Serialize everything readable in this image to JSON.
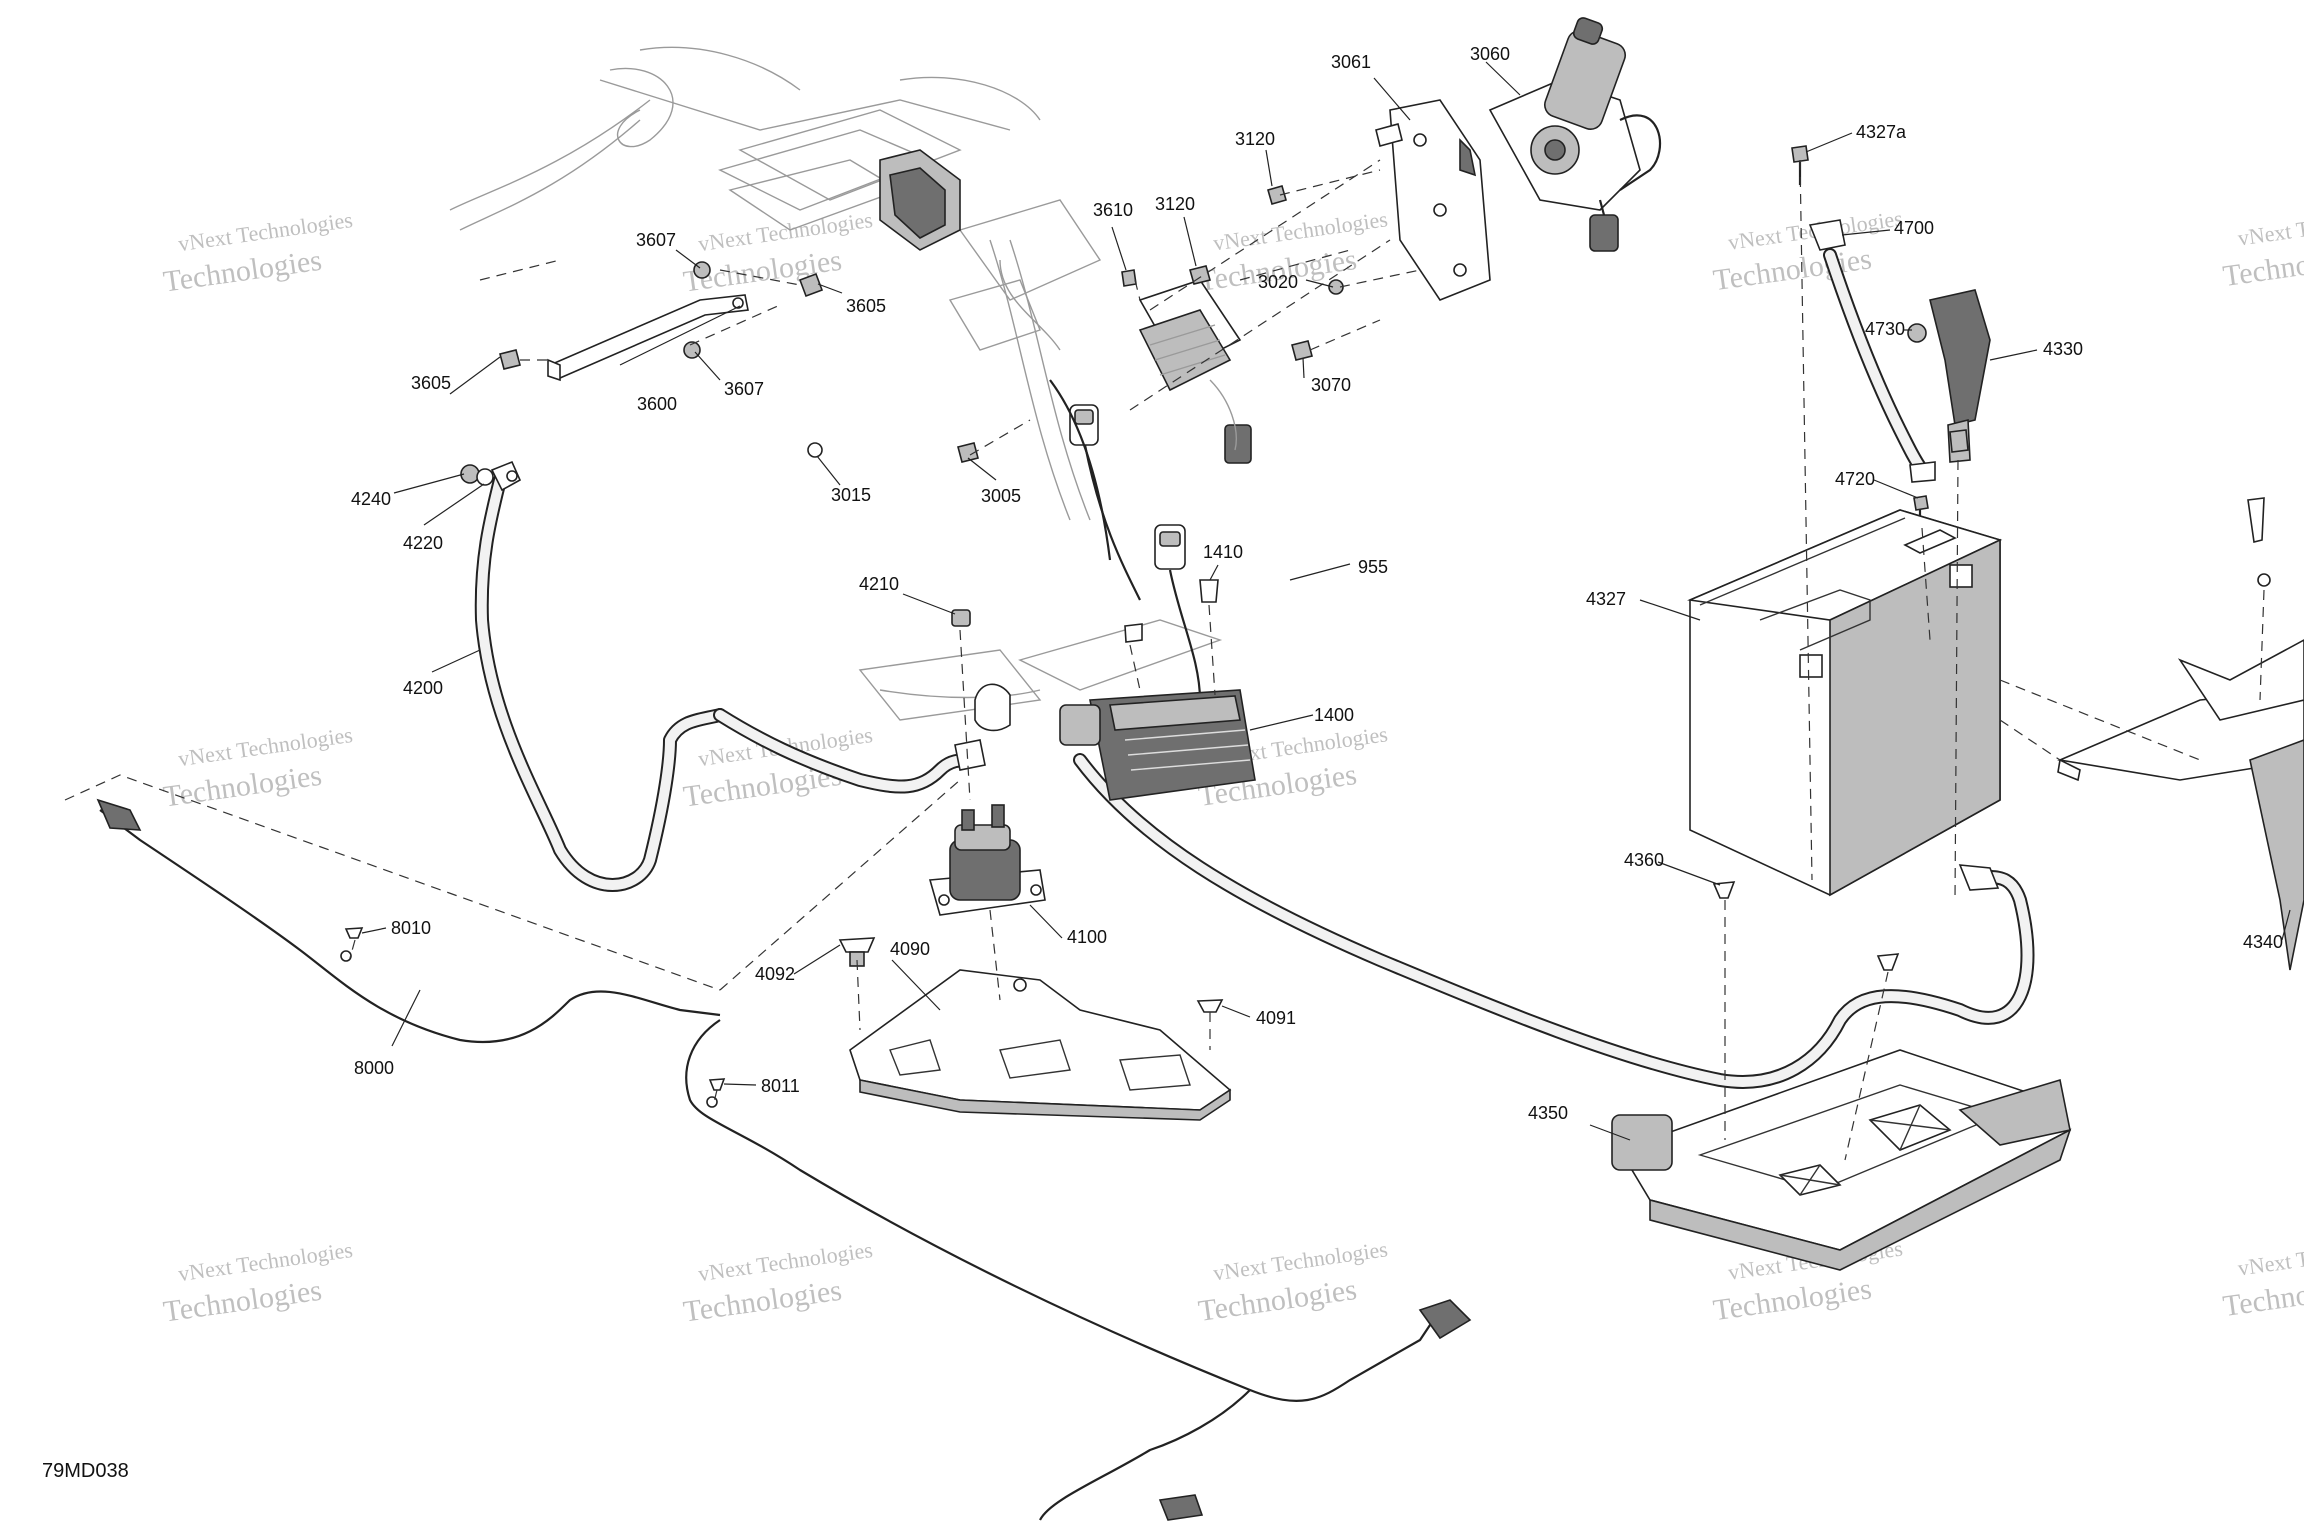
{
  "diagram": {
    "drawing_code": "79MD038",
    "watermark": {
      "line1": "vNext Technologies",
      "line2": "Technologies"
    },
    "part_labels": [
      {
        "id": "3061",
        "text": "3061"
      },
      {
        "id": "3060",
        "text": "3060"
      },
      {
        "id": "3120a",
        "text": "3120"
      },
      {
        "id": "3120b",
        "text": "3120"
      },
      {
        "id": "3610",
        "text": "3610"
      },
      {
        "id": "3607a",
        "text": "3607"
      },
      {
        "id": "3605a",
        "text": "3605"
      },
      {
        "id": "3605b",
        "text": "3605"
      },
      {
        "id": "3600",
        "text": "3600"
      },
      {
        "id": "3607b",
        "text": "3607"
      },
      {
        "id": "3020",
        "text": "3020"
      },
      {
        "id": "3070",
        "text": "3070"
      },
      {
        "id": "3015",
        "text": "3015"
      },
      {
        "id": "3005",
        "text": "3005"
      },
      {
        "id": "4240",
        "text": "4240"
      },
      {
        "id": "4220",
        "text": "4220"
      },
      {
        "id": "4200",
        "text": "4200"
      },
      {
        "id": "4210",
        "text": "4210"
      },
      {
        "id": "1410",
        "text": "1410"
      },
      {
        "id": "955",
        "text": "955"
      },
      {
        "id": "1400",
        "text": "1400"
      },
      {
        "id": "4327a",
        "text": "4327a"
      },
      {
        "id": "4700",
        "text": "4700"
      },
      {
        "id": "4730",
        "text": "4730"
      },
      {
        "id": "4330",
        "text": "4330"
      },
      {
        "id": "4720",
        "text": "4720"
      },
      {
        "id": "4327",
        "text": "4327"
      },
      {
        "id": "4360",
        "text": "4360"
      },
      {
        "id": "4340",
        "text": "4340"
      },
      {
        "id": "4100",
        "text": "4100"
      },
      {
        "id": "4090",
        "text": "4090"
      },
      {
        "id": "4092",
        "text": "4092"
      },
      {
        "id": "4091",
        "text": "4091"
      },
      {
        "id": "8010",
        "text": "8010"
      },
      {
        "id": "8000",
        "text": "8000"
      },
      {
        "id": "8011",
        "text": "8011"
      },
      {
        "id": "4350",
        "text": "4350"
      }
    ]
  }
}
